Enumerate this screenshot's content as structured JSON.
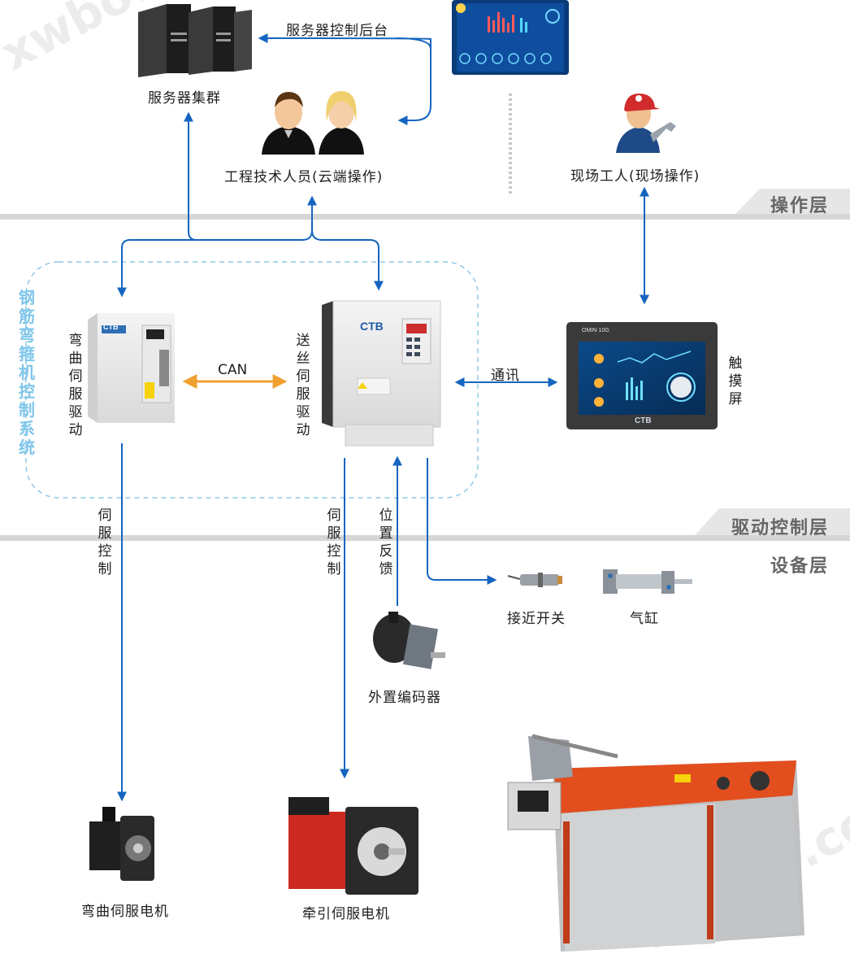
{
  "layers": {
    "operation": "操作层",
    "drive_control": "驱动控制层",
    "equipment": "设备层"
  },
  "system_label": "钢筋弯箍机控制系统",
  "nodes": {
    "server_cluster": "服务器集群",
    "server_backend": "服务器控制后台",
    "engineers": "工程技术人员(云端操作)",
    "field_worker": "现场工人(现场操作)",
    "bend_servo_drive": "弯曲伺服驱动",
    "feed_servo_drive": "送丝伺服驱动",
    "touch_screen": "触摸屏",
    "proximity_switch": "接近开关",
    "cylinder": "气缸",
    "external_encoder": "外置编码器",
    "bend_servo_motor": "弯曲伺服电机",
    "traction_servo_motor": "牵引伺服电机"
  },
  "edges": {
    "can": "CAN",
    "communication": "通讯",
    "servo_control_left": "伺服控制",
    "servo_control_right": "伺服控制",
    "position_feedback": "位置反馈"
  },
  "brand_labels": {
    "ctb_feed": "CTB",
    "ctb_bend": "CTB",
    "ctb_screen": "CTB",
    "screen_model": "OMIN·10G"
  },
  "watermark": "xwboo.com",
  "colors": {
    "arrow_blue": "#1565c0",
    "can_orange": "#f0a030",
    "dash_border": "#8fc8ea",
    "system_label": "#7fc6ea",
    "layer_band": "#d6d6d6",
    "machine_orange": "#e24e1e"
  }
}
